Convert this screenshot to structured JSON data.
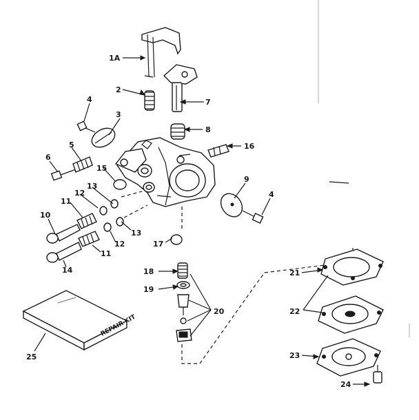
{
  "callouts": {
    "c1A": "1A",
    "c2": "2",
    "c3": "3",
    "c4a": "4",
    "c4b": "4",
    "c5": "5",
    "c6": "6",
    "c7": "7",
    "c8": "8",
    "c9": "9",
    "c10": "10",
    "c11a": "11",
    "c11b": "11",
    "c12a": "12",
    "c12b": "12",
    "c13a": "13",
    "c13b": "13",
    "c14": "14",
    "c15": "15",
    "c16": "16",
    "c17": "17",
    "c18": "18",
    "c19": "19",
    "c20": "20",
    "c21": "21",
    "c22": "22",
    "c23": "23",
    "c24": "24",
    "c25": "25"
  },
  "repair_kit_label": "REPAIR KIT"
}
